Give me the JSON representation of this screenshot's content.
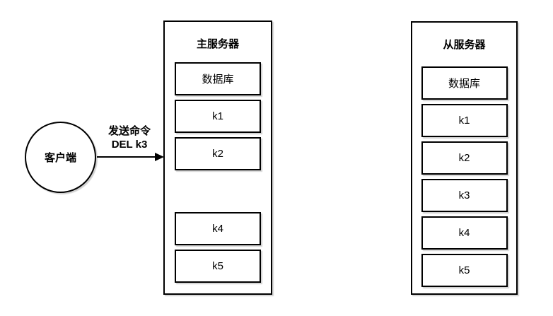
{
  "diagram": {
    "background_color": "#ffffff",
    "stroke_color": "#000000",
    "fill_color": "#ffffff",
    "text_color": "#000000"
  },
  "client": {
    "label": "客户端"
  },
  "arrow": {
    "label_line1": "发送命令",
    "label_line2": "DEL k3"
  },
  "master": {
    "title": "主服务器",
    "cells": [
      {
        "name": "database",
        "label": "数据库"
      },
      {
        "name": "k1",
        "label": "k1"
      },
      {
        "name": "k2",
        "label": "k2"
      },
      {
        "name": "k4",
        "label": "k4",
        "gap_before": true
      },
      {
        "name": "k5",
        "label": "k5"
      }
    ]
  },
  "slave": {
    "title": "从服务器",
    "cells": [
      {
        "name": "database",
        "label": "数据库"
      },
      {
        "name": "k1",
        "label": "k1"
      },
      {
        "name": "k2",
        "label": "k2"
      },
      {
        "name": "k3",
        "label": "k3"
      },
      {
        "name": "k4",
        "label": "k4"
      },
      {
        "name": "k5",
        "label": "k5"
      }
    ]
  }
}
